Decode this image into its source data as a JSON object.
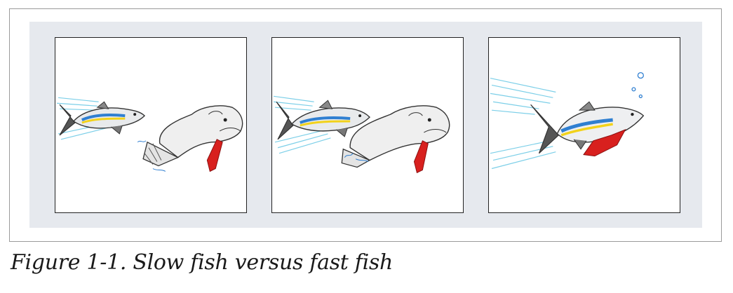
{
  "figure": {
    "caption": "Figure 1-1. Slow fish versus fast fish",
    "panels": [
      {
        "name": "slow-fish-approaching",
        "fast_fish_icon": "fast-fish-icon",
        "slow_fish_icon": "slow-fish-icon"
      },
      {
        "name": "fast-fish-catching",
        "fast_fish_icon": "fast-fish-icon",
        "slow_fish_icon": "slow-fish-icon"
      },
      {
        "name": "fast-fish-swallowed",
        "fast_fish_icon": "fast-fish-icon",
        "bubbles_icon": "bubbles-icon"
      }
    ],
    "colors": {
      "background": "#e6e9ee",
      "stripe_blue": "#2f7fd1",
      "stripe_yellow": "#f2d21b",
      "tie_red": "#d8201e",
      "speed_lines": "#7ccfe8",
      "outline": "#333333"
    }
  }
}
